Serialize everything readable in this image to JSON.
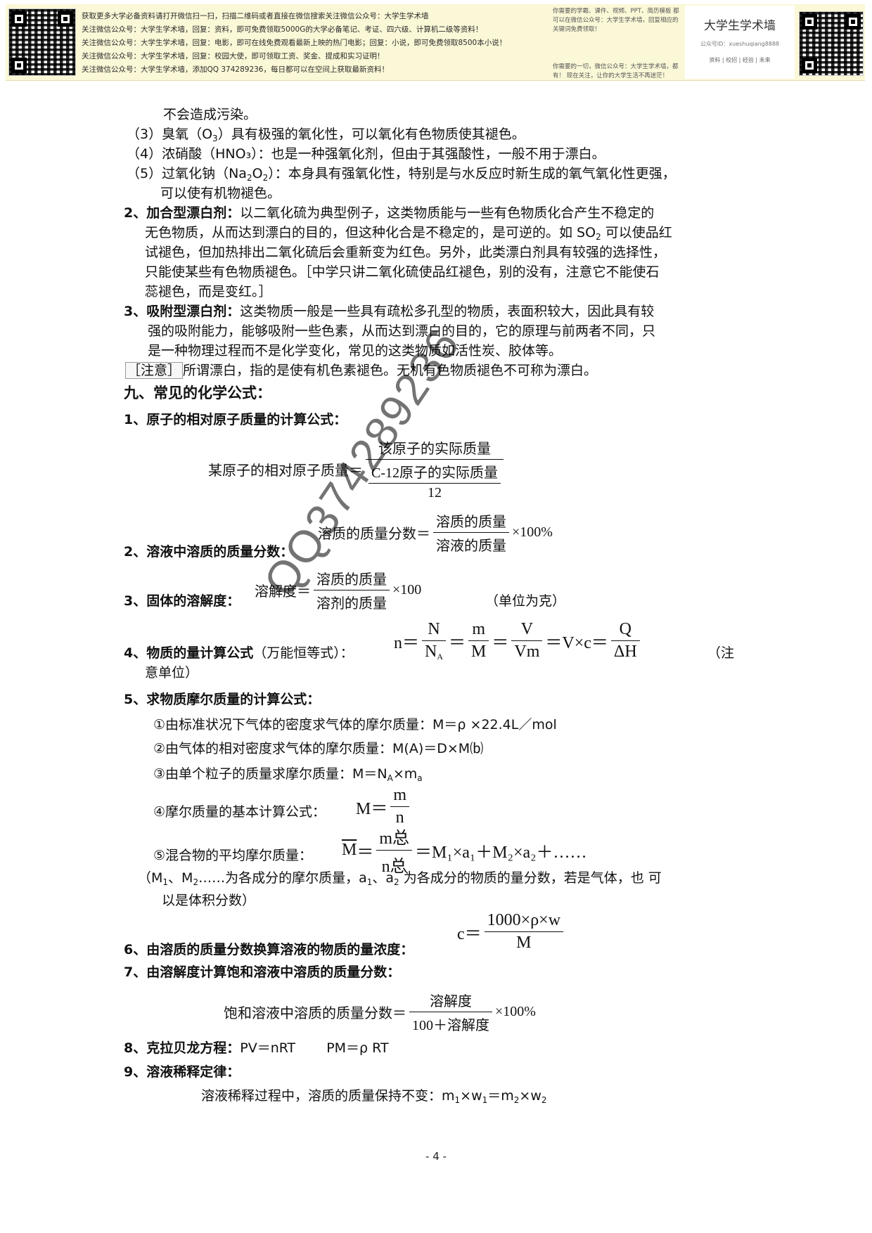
{
  "banner": {
    "lines": [
      "获取更多大学必备资料请打开微信扫一扫，扫描二维码或者直接在微信搜索关注微信公众号：大学生学术墙",
      "关注微信公众号：大学生学术墙，回复：资料，即可免费领取5000G的大学必备笔记、考证、四六级、计算机二级等资料！",
      "关注微信公众号：大学生学术墙，回复：电影，即可在线免费观看最新上映的热门电影；回复：小说，即可免费领取8500本小说！",
      "关注微信公众号：大学生学术墙，回复：校园大使，即可领取工资、奖金、提成和实习证明！",
      "关注微信公众号：大学生学术墙，添加QQ 374289236，每日都可以在空间上获取最新资料！"
    ],
    "mid_top": "你需要的学霸、课件、视频、PPT、简历模板 都可以在微信公众号：大学生学术墙，回复相应的关键词免费领取！",
    "mid_bottom": "你需要的一切，微信公众号：大学生学术墙，都有！ 现在关注，让你的大学生活不再迷茫！",
    "card_title": "大学生学术墙",
    "card_account": "公众号ID：xueshuqiang8888",
    "card_links": "资料 | 校招 | 经验 | 未来"
  },
  "lines": {
    "l1": "不会造成污染。",
    "l2a": "（3）臭氧（O",
    "l2b": "3",
    "l2c": "）具有极强的氧化性，可以氧化有色物质使其褪色。",
    "l3": "（4）浓硝酸（HNO₃）：也是一种强氧化剂，但由于其强酸性，一般不用于漂白。",
    "l4a": "（5）过氧化钠（Na",
    "l4b": "2",
    "l4c": "O",
    "l4d": "2",
    "l4e": "）：本身具有强氧化性，特别是与水反应时新生成的氧气氧化性更强，",
    "l5": "可以使有机物褪色。",
    "l6a": "2、加合型漂白剂：",
    "l6b": "以二氧化硫为典型例子，这类物质能与一些有色物质化合产生不稳定的",
    "l7a": "无色物质，从而达到漂白的目的，但这种化合是不稳定的，是可逆的。如 SO",
    "l7b": "2",
    "l7c": " 可以使品红",
    "l8": "试褪色，但加热排出二氧化硫后会重新变为红色。另外，此类漂白剂具有较强的选择性，",
    "l9": "只能使某些有色物质褪色。［中学只讲二氧化硫使品红褪色，别的没有，注意它不能使石",
    "l10": "蕊褪色，而是变红。］",
    "l11a": "3、吸附型漂白剂：",
    "l11b": "这类物质一般是一些具有疏松多孔型的物质，表面积较大，因此具有较",
    "l12": "强的吸附能力，能够吸附一些色素，从而达到漂白的目的，它的原理与前两者不同，只",
    "l13": "是一种物理过程而不是化学变化，常见的这类物质如活性炭、胶体等。",
    "l14a": "［注意］",
    "l14b": "所谓漂白，指的是使有机色素褪色。无机有色物质褪色不可称为漂白。",
    "h9": "九、常见的化学公式：",
    "h1": "1、原子的相对原子质量的计算公式：",
    "h2": "2、溶液中溶质的质量分数：",
    "h3": "3、固体的溶解度：",
    "h3unit": "（单位为克）",
    "h4a": "4、物质的量计算公式",
    "h4b": "（万能恒等式）：",
    "h4c": "（注",
    "h4d": "意单位）",
    "h5": "5、求物质摩尔质量的计算公式：",
    "s1": "①由标准状况下气体的密度求气体的摩尔质量：M＝ρ ×22.4L／mol",
    "s2": "②由气体的相对密度求气体的摩尔质量：M(A)＝D×M⒝",
    "s3a": "③由单个粒子的质量求摩尔质量：M＝N",
    "s3b": "A",
    "s3c": "×m",
    "s3d": "a",
    "s4": "④摩尔质量的基本计算公式：",
    "s5": "⑤混合物的平均摩尔质量：",
    "s6a": "（M",
    "s6b": "1",
    "s6c": "、M",
    "s6d": "2",
    "s6e": "……为各成分的摩尔质量，a",
    "s6f": "1",
    "s6g": "、a",
    "s6h": "2",
    "s6i": " 为各成分的物质的量分数，若是气体，也 可",
    "s7": "以是体积分数）",
    "h6": "6、由溶质的质量分数换算溶液的物质的量浓度：",
    "h7": "7、由溶解度计算饱和溶液中溶质的质量分数：",
    "h8a": "8、克拉贝龙方程：",
    "h8b": "PV＝nRT　　 PM＝ρ RT",
    "h9b": "9、溶液稀释定律：",
    "d1a": "溶液稀释过程中，溶质的质量保持不变：m",
    "d1b": "1",
    "d1c": "×w",
    "d1d": "1",
    "d1e": "＝m",
    "d1f": "2",
    "d1g": "×w",
    "d1h": "2"
  },
  "formulas": {
    "f1_lhs": "某原子的相对原子质量＝",
    "f1_num": "该原子的实际质量",
    "f1_den_num": "C-12原子的实际质量",
    "f1_den_den": "12",
    "f2_lhs": "溶质的质量分数＝",
    "f2_num": "溶质的质量",
    "f2_den": "溶液的质量",
    "f2_tail": "×100%",
    "f3_lhs": "溶解度＝",
    "f3_num": "溶质的质量",
    "f3_den": "溶剂的质量",
    "f3_tail": "×100",
    "f4_n": "n＝",
    "f4_a_num": "N",
    "f4_a_den": "N",
    "f4_a_den_sub": "A",
    "f4_eq1": "＝",
    "f4_b_num": "m",
    "f4_b_den": "M",
    "f4_eq2": "＝",
    "f4_c_num": "V",
    "f4_c_den": "Vm",
    "f4_mid": "＝V×c＝",
    "f4_d_num": "Q",
    "f4_d_den": "ΔH",
    "f5_lhs": "M＝",
    "f5_num": "m",
    "f5_den": "n",
    "f6_lhs": "M",
    "f6_eq": "＝",
    "f6_num": "m总",
    "f6_den": "n总",
    "f6_tail": "＝M₁×a₁＋M₂×a₂＋……",
    "f7_lhs": "c＝",
    "f7_num": "1000×ρ×w",
    "f7_den": "M",
    "f8_lhs": "饱和溶液中溶质的质量分数＝",
    "f8_num": "溶解度",
    "f8_den": "100＋溶解度",
    "f8_tail": "×100%"
  },
  "watermark": "QQ374289236",
  "page_number": "- 4 -"
}
